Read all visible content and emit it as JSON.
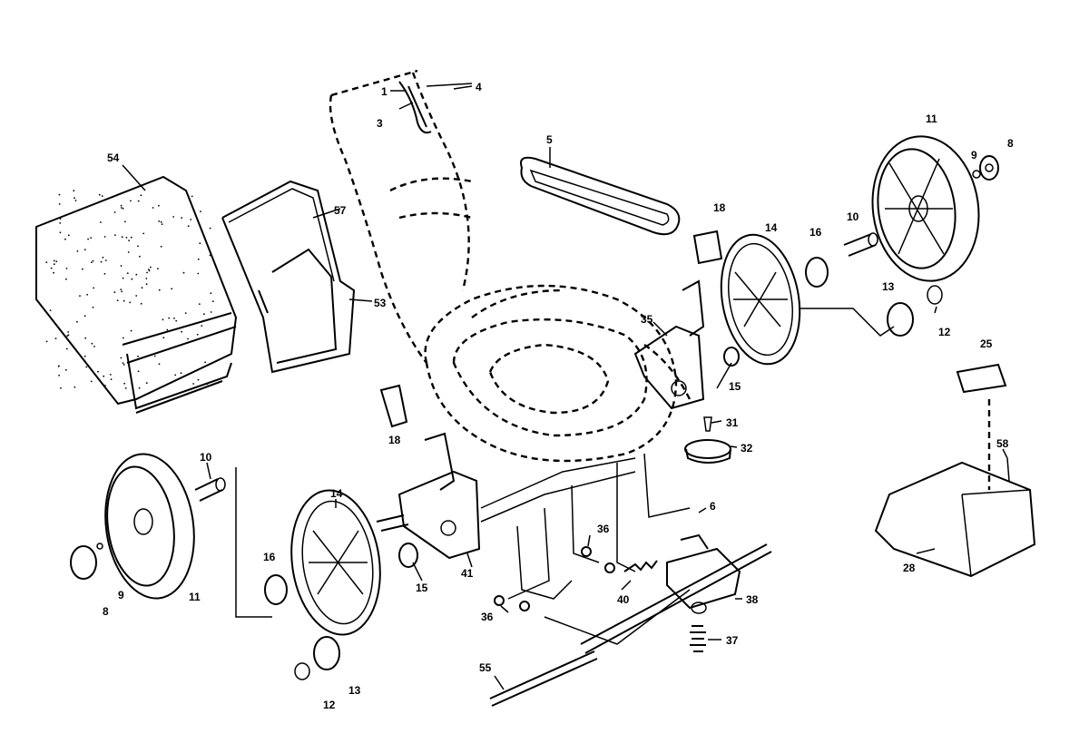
{
  "callouts": {
    "c1": "1",
    "c3": "3",
    "c4": "4",
    "c5": "5",
    "c11_right": "11",
    "c8_right": "8",
    "c9_right": "9",
    "c54": "54",
    "c57": "57",
    "c53": "53",
    "c18_top": "18",
    "c14_right": "14",
    "c16_right": "16",
    "c10_right": "10",
    "c13_right": "13",
    "c12_right": "12",
    "c35": "35",
    "c15_right": "15",
    "c25": "25",
    "c31": "31",
    "c32": "32",
    "c58": "58",
    "c18_left": "18",
    "c10_left": "10",
    "c14_left": "14",
    "c16_left": "16",
    "c15_left": "15",
    "c41": "41",
    "c36_upper": "36",
    "c6": "6",
    "c40": "40",
    "c38": "38",
    "c36_lower": "36",
    "c37": "37",
    "c55": "55",
    "c28": "28",
    "c11_left": "11",
    "c8_left": "8",
    "c9_left": "9",
    "c13_left": "13",
    "c12_left": "12"
  },
  "colors": {
    "ink": "#000000",
    "paper": "#ffffff"
  }
}
